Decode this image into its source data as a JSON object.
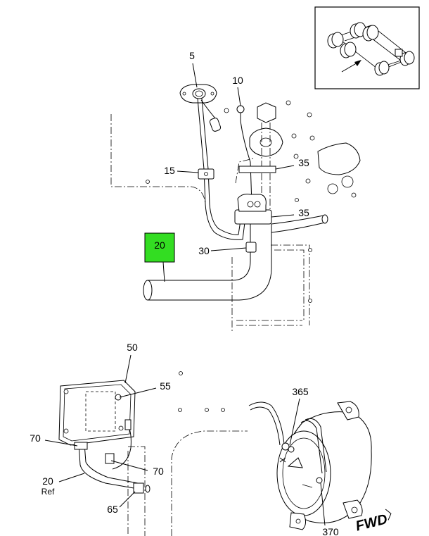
{
  "callouts": {
    "c5": "5",
    "c10": "10",
    "c15": "15",
    "c35a": "35",
    "c35b": "35",
    "c20": "20",
    "c30": "30",
    "c50": "50",
    "c55": "55",
    "c70a": "70",
    "c70b": "70",
    "c20ref_num": "20",
    "c20ref_word": "Ref",
    "c65": "65",
    "c365": "365",
    "c370": "370"
  },
  "direction_label": "FWD",
  "colors": {
    "highlight": "#33dd22"
  }
}
